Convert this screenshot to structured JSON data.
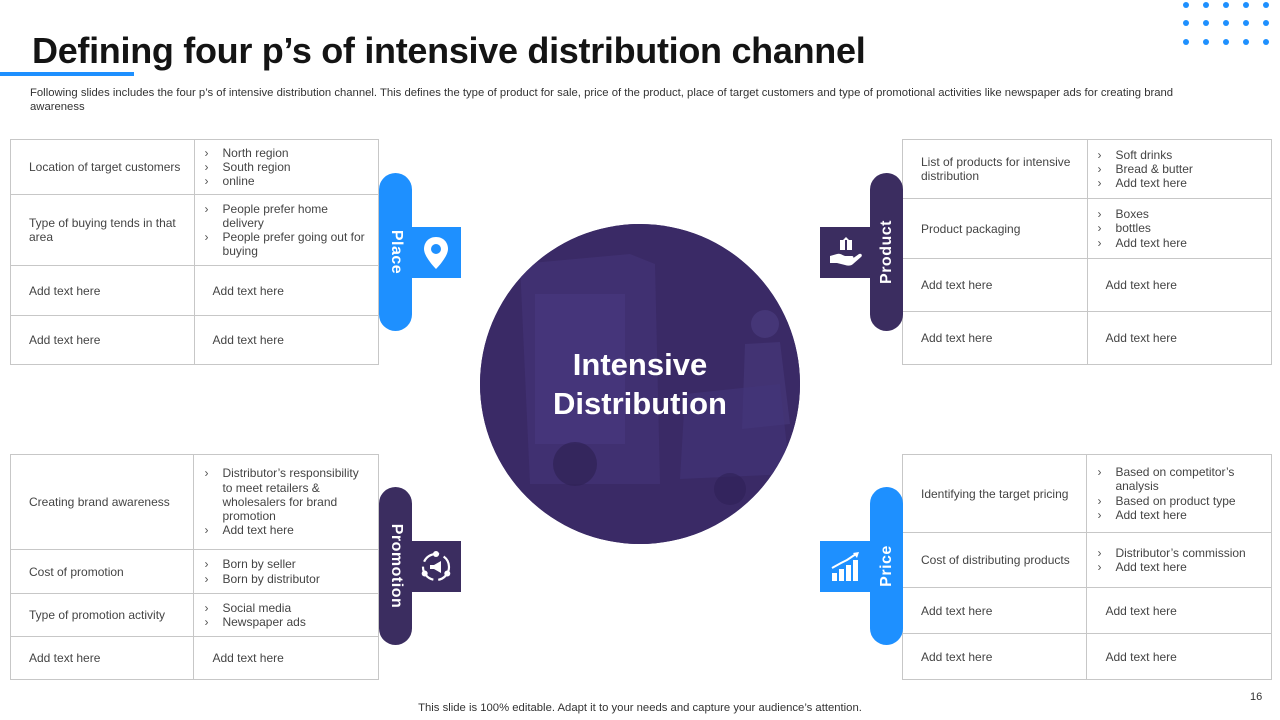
{
  "title": "Defining four p’s of intensive distribution channel",
  "subtitle": "Following slides includes the four p’s of intensive distribution channel. This defines the type of product for sale, price of the product, place of target customers and type of promotional activities like newspaper ads for creating brand awareness",
  "center": {
    "line1": "Intensive",
    "line2": "Distribution"
  },
  "place": {
    "label": "Place",
    "icon": "location-pin-icon",
    "color": "#1e90ff",
    "rows": [
      {
        "label": "Location of target customers",
        "items": [
          "North region",
          "South region",
          "online"
        ]
      },
      {
        "label": "Type of buying tends in that area",
        "items": [
          "People prefer home delivery",
          "People prefer going out for buying"
        ]
      },
      {
        "label": "Add text here",
        "value": "Add text here"
      },
      {
        "label": "Add text here",
        "value": "Add text here"
      }
    ]
  },
  "product": {
    "label": "Product",
    "icon": "hand-holding-box-icon",
    "color": "#3b2d60",
    "rows": [
      {
        "label": "List of products for intensive distribution",
        "items": [
          "Soft drinks",
          "Bread & butter",
          "Add text here"
        ]
      },
      {
        "label": "Product packaging",
        "items": [
          "Boxes",
          "bottles",
          "Add text here"
        ]
      },
      {
        "label": "Add text here",
        "value": "Add text here"
      },
      {
        "label": "Add text here",
        "value": "Add text here"
      }
    ]
  },
  "promotion": {
    "label": "Promotion",
    "icon": "megaphone-cycle-icon",
    "color": "#3b2d60",
    "rows": [
      {
        "label": "Creating brand awareness",
        "items": [
          "Distributor’s responsibility to meet retailers & wholesalers for brand promotion",
          "Add text here"
        ]
      },
      {
        "label": "Cost of promotion",
        "items": [
          "Born by seller",
          "Born by distributor"
        ]
      },
      {
        "label": "Type of promotion activity",
        "items": [
          "Social media",
          "Newspaper ads"
        ]
      },
      {
        "label": "Add text here",
        "value": "Add text here"
      }
    ]
  },
  "price": {
    "label": "Price",
    "icon": "bar-chart-growth-icon",
    "color": "#1e90ff",
    "rows": [
      {
        "label": "Identifying the target pricing",
        "items": [
          "Based on competitor’s analysis",
          "Based on product type",
          "Add text here"
        ]
      },
      {
        "label": "Cost of distributing products",
        "items": [
          "Distributor’s commission",
          "Add text here"
        ]
      },
      {
        "label": "Add text here",
        "value": "Add text here"
      },
      {
        "label": "Add text here",
        "value": "Add text here"
      }
    ]
  },
  "footer": "This slide is 100% editable. Adapt it to your needs and capture your audience’s attention.",
  "page_number": "16"
}
